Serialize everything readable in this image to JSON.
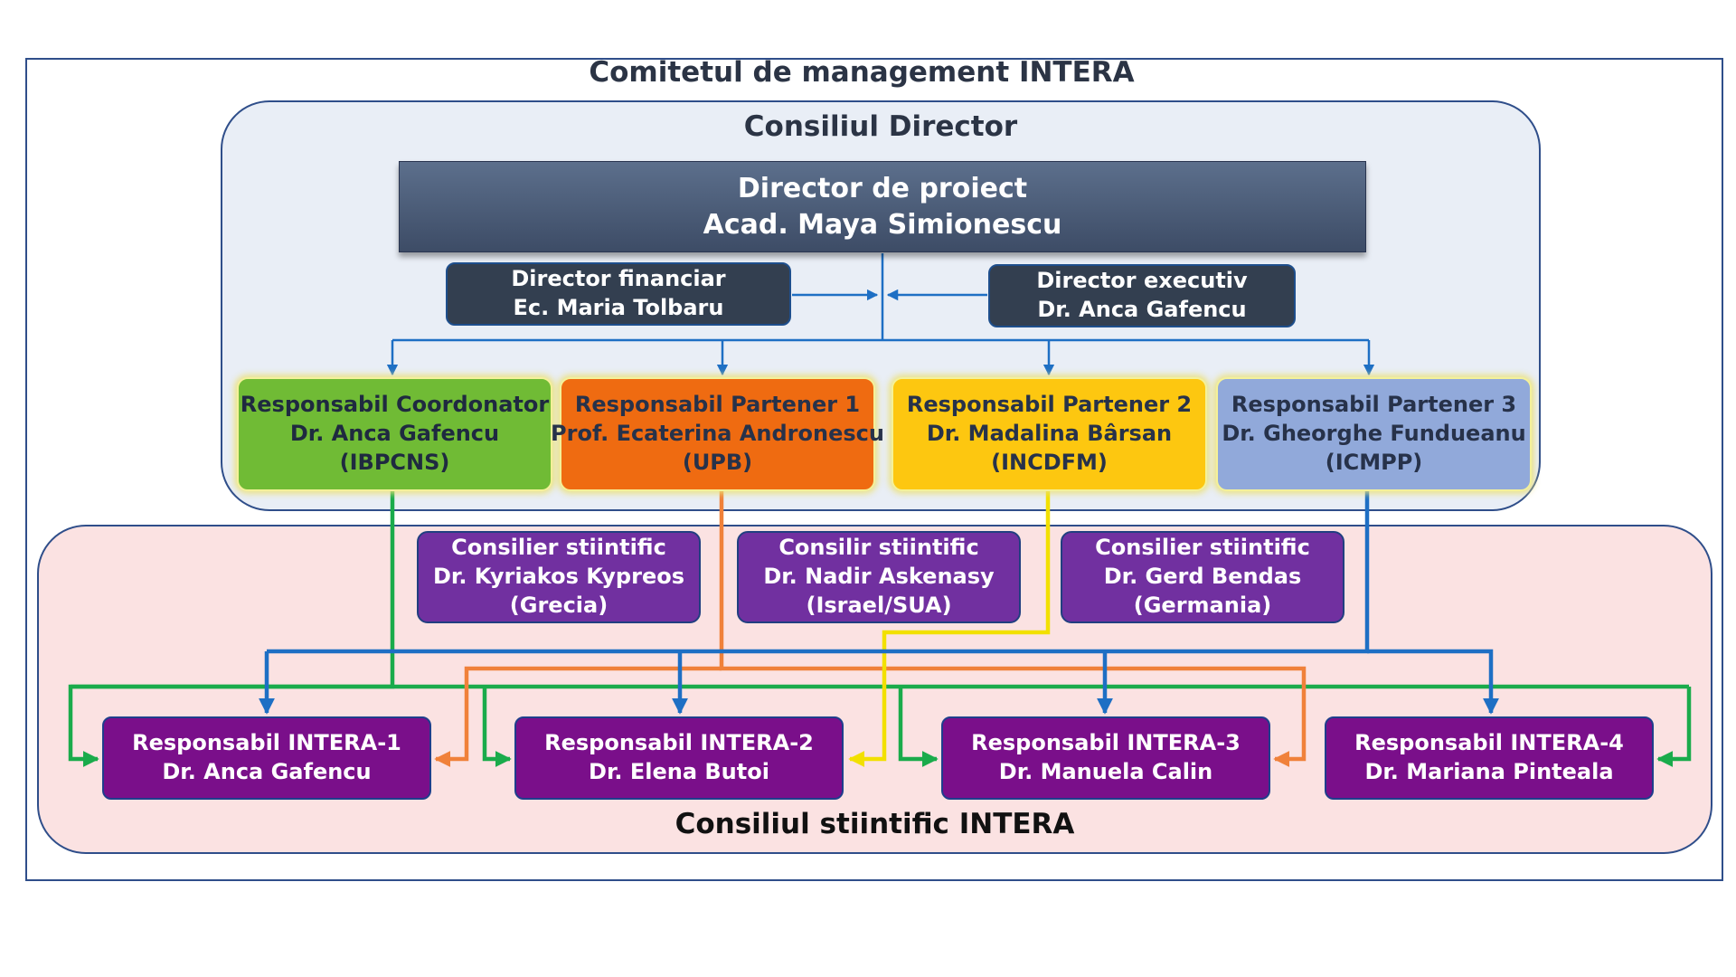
{
  "titles": {
    "management": "Comitetul de management INTERA",
    "director_council": "Consiliul Director",
    "science_council": "Consiliul stiintific INTERA"
  },
  "project_director": {
    "role": "Director de proiect",
    "name": "Acad. Maya Simionescu"
  },
  "financial_director": {
    "role": "Director  financiar",
    "name": "Ec. Maria Tolbaru"
  },
  "executive_director": {
    "role": "Director executiv",
    "name": "Dr. Anca Gafencu"
  },
  "partners": [
    {
      "role": "Responsabil Coordonator",
      "name": "Dr. Anca Gafencu",
      "org": "(IBPCNS)",
      "color": "#70bb35",
      "line_color": "#1aab4b"
    },
    {
      "role": "Responsabil Partener 1",
      "name": "Prof. Ecaterina Andronescu",
      "org": "(UPB)",
      "color": "#ef6b11",
      "line_color": "#f0813a"
    },
    {
      "role": "Responsabil  Partener 2",
      "name": "Dr. Madalina Bârsan",
      "org": "(INCDFM)",
      "color": "#fdc710",
      "line_color": "#f2e000"
    },
    {
      "role": "Responsabil  Partener 3",
      "name": "Dr. Gheorghe Fundueanu",
      "org": "(ICMPP)",
      "color": "#91a9da",
      "line_color": "#1e6fc4"
    }
  ],
  "advisors": [
    {
      "role": "Consilier stiintific",
      "name": "Dr. Kyriakos Kypreos",
      "country": "(Grecia)"
    },
    {
      "role": "Consilir stiintific",
      "name": "Dr. Nadir  Askenasy",
      "country": "(Israel/SUA)"
    },
    {
      "role": "Consilier stiintific",
      "name": "Dr. Gerd Bendas",
      "country": "(Germania)"
    }
  ],
  "intera": [
    {
      "role": "Responsabil INTERA-1",
      "name": "Dr. Anca Gafencu"
    },
    {
      "role": "Responsabil INTERA-2",
      "name": "Dr.  Elena Butoi"
    },
    {
      "role": "Responsabil INTERA-3",
      "name": "Dr. Manuela Calin"
    },
    {
      "role": "Responsabil INTERA-4",
      "name": "Dr.  Mariana Pinteala"
    }
  ],
  "colors": {
    "frame": "#2f4e8a",
    "director_panel": "#e9eef6",
    "science_panel": "#fbe2e2",
    "connector_blue": "#1e6fc4"
  }
}
